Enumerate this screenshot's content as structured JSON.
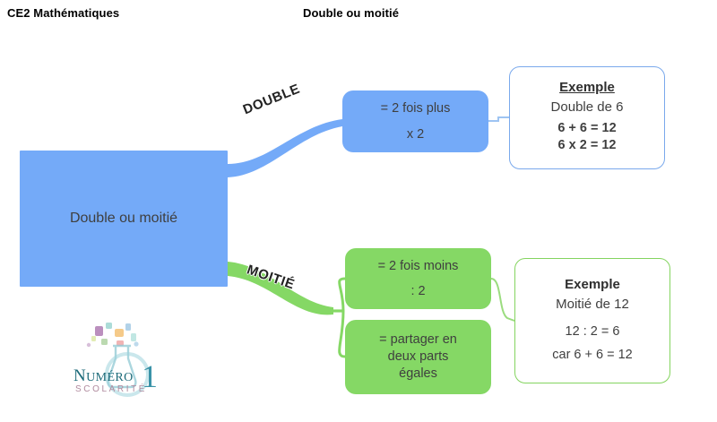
{
  "header": {
    "subject": "CE2 Mathématiques",
    "lesson": "Double ou moitié"
  },
  "colors": {
    "blue_fill": "#74aaf8",
    "green_fill": "#85d865",
    "blue_border": "#7aa9ec",
    "green_border": "#84d45f",
    "text": "#3f3f3f"
  },
  "mindmap": {
    "root": {
      "label": "Double ou moitié"
    },
    "branches": [
      {
        "key": "double",
        "label": "DOUBLE",
        "color": "#74aaf8",
        "definition_lines": [
          "= 2 fois plus",
          "x 2"
        ],
        "example": {
          "title": "Exemple",
          "title_underlined": true,
          "subtitle": "Double de 6",
          "equations": [
            "6 + 6 = 12",
            "6 x 2 = 12"
          ]
        }
      },
      {
        "key": "moitie",
        "label": "MOITIÉ",
        "color": "#85d865",
        "definition_boxes": [
          {
            "lines": [
              "= 2 fois moins",
              ": 2"
            ]
          },
          {
            "lines": [
              "= partager en",
              "deux parts",
              "égales"
            ]
          }
        ],
        "example": {
          "title": "Exemple",
          "title_underlined": false,
          "subtitle": "Moitié de 12",
          "equations": [
            "12 : 2 = 6",
            "car 6 + 6 = 12"
          ]
        }
      }
    ]
  },
  "logo": {
    "name": "NUMÉRO",
    "numeral": "1",
    "tagline": "SCOLARITÉ",
    "name_color": "#1d6b7a",
    "tagline_color": "#b08a9e",
    "numeral_color": "#3a93a8"
  }
}
